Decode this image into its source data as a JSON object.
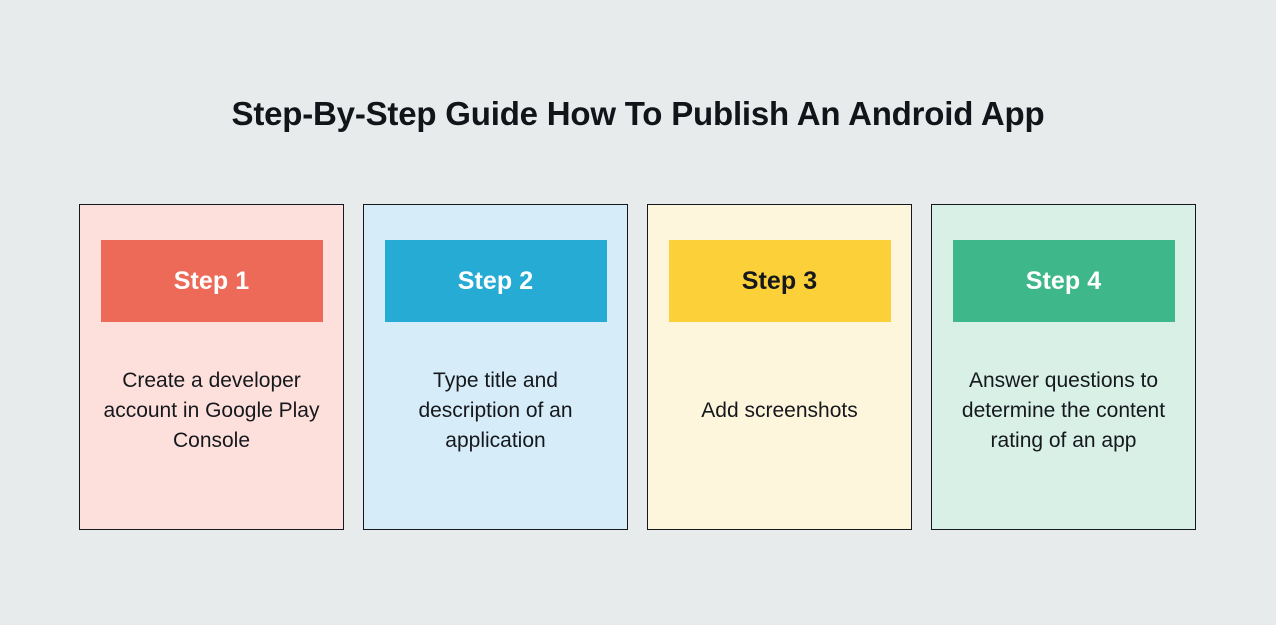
{
  "page": {
    "background_color": "#E8EBEC",
    "title": "Step-By-Step Guide How To Publish An Android App"
  },
  "cards": [
    {
      "step_label": "Step 1",
      "description": "Create a developer account in Google Play Console",
      "card_background_color": "#FDE0DC",
      "banner_color": "#EC6A57",
      "banner_text_color": "#FFFFFF",
      "border_color": "#15181C"
    },
    {
      "step_label": "Step 2",
      "description": "Type title and description of an application",
      "card_background_color": "#D6ECF8",
      "banner_color": "#26ABD5",
      "banner_text_color": "#FFFFFF",
      "border_color": "#15181C"
    },
    {
      "step_label": "Step 3",
      "description": "Add screenshots",
      "card_background_color": "#FEF6DC",
      "banner_color": "#FCD038",
      "banner_text_color": "#15181C",
      "border_color": "#15181C"
    },
    {
      "step_label": "Step 4",
      "description": "Answer questions to determine the content rating of an app",
      "card_background_color": "#D8F0E6",
      "banner_color": "#3EB88A",
      "banner_text_color": "#FFFFFF",
      "border_color": "#15181C"
    }
  ]
}
